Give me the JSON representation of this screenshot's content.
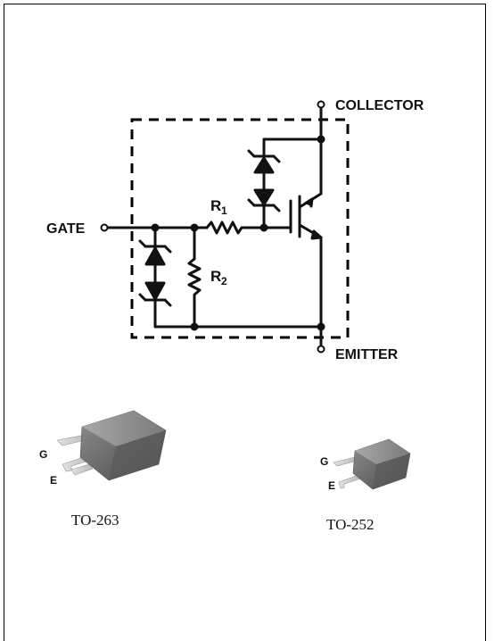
{
  "schematic": {
    "collector_label": "COLLECTOR",
    "emitter_label": "EMITTER",
    "gate_label": "GATE",
    "r1_label": "R",
    "r1_sub": "1",
    "r2_label": "R",
    "r2_sub": "2"
  },
  "packages": [
    {
      "name": "TO-263",
      "pin_g": "G",
      "pin_e": "E"
    },
    {
      "name": "TO-252",
      "pin_g": "G",
      "pin_e": "E"
    }
  ]
}
